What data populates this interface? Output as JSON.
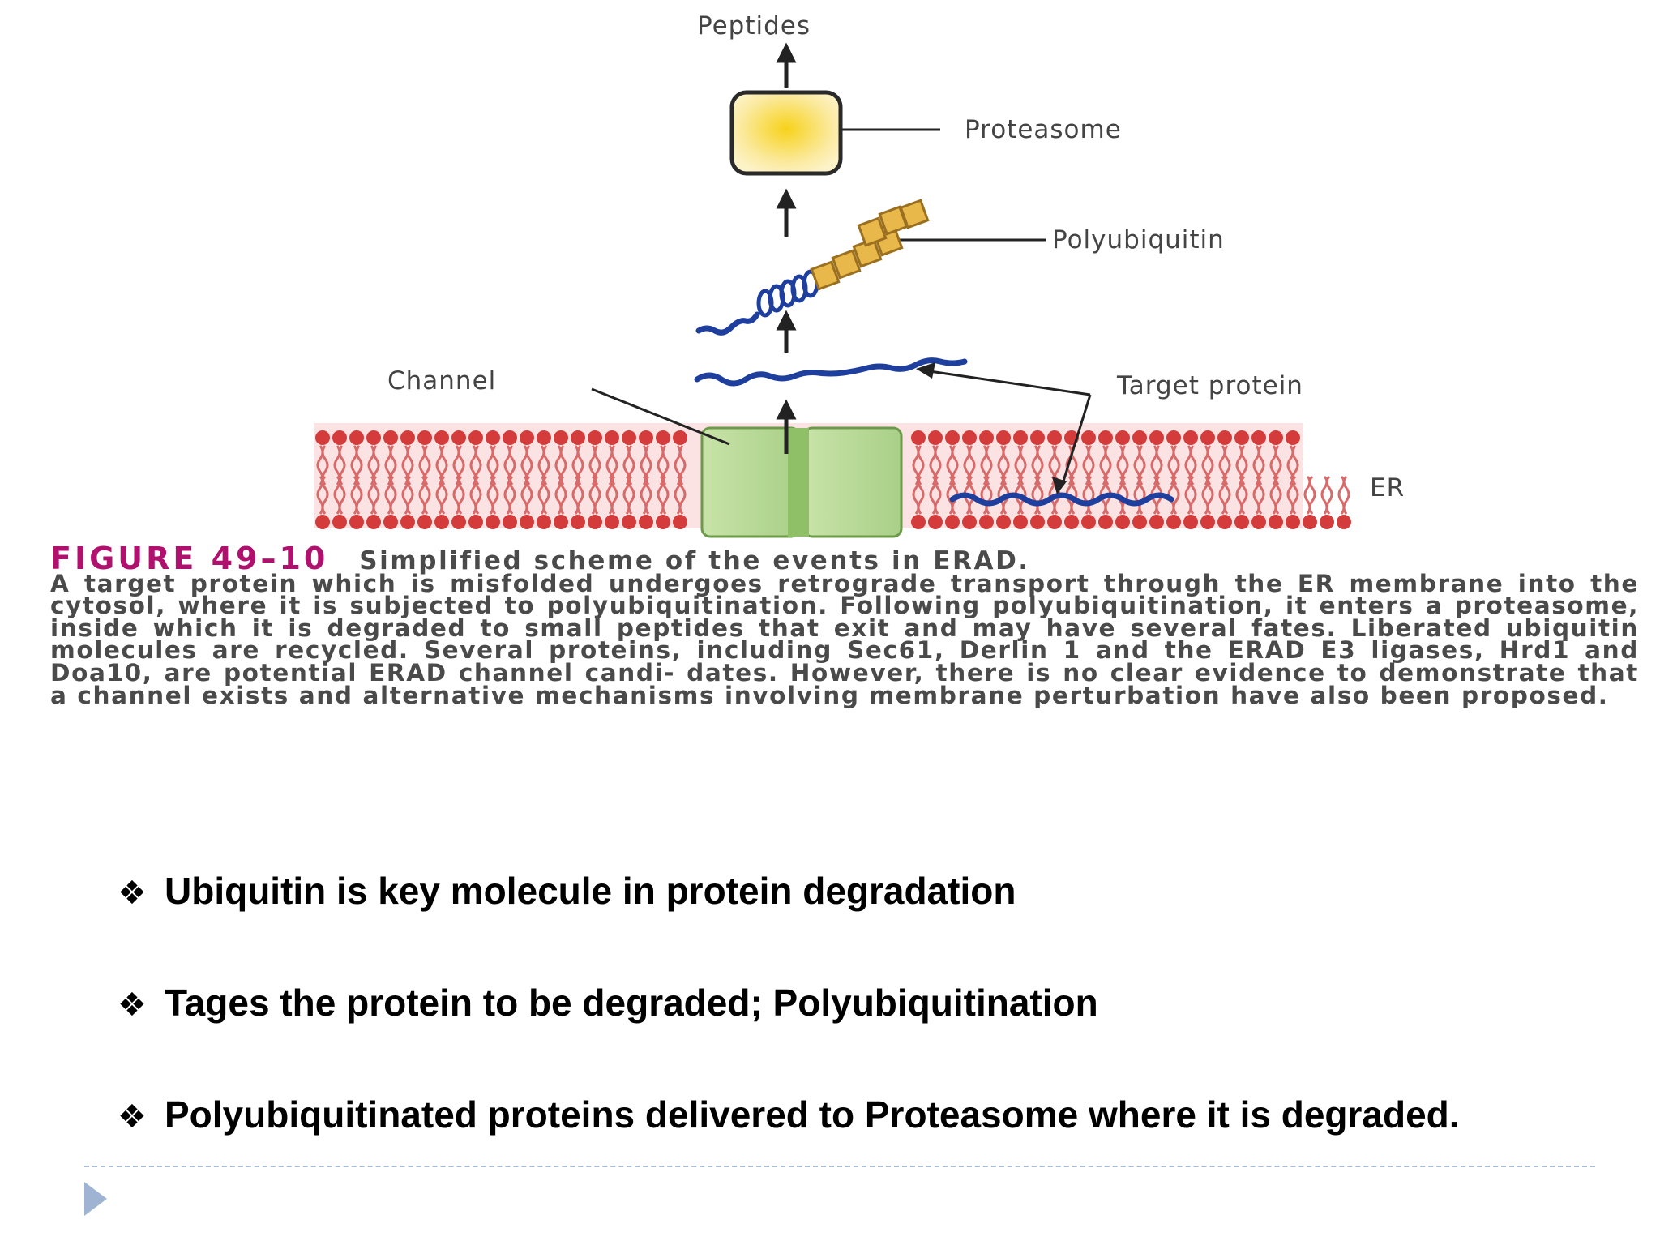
{
  "diagram": {
    "labels": {
      "peptides": "Peptides",
      "proteasome": "Proteasome",
      "polyubiquitin": "Polyubiquitin",
      "channel": "Channel",
      "target_protein": "Target protein",
      "er": "ER"
    },
    "colors": {
      "proteasome_fill": "#f7d21a",
      "ubiquitin": "#e8b84a",
      "protein_strand": "#1f3f9e",
      "membrane_head": "#d43c3c",
      "membrane_tail": "#f3b6b6",
      "channel": "#a9d088"
    }
  },
  "caption": {
    "figure_number": "FIGURE 49–10",
    "title": "Simplified scheme of the events in ERAD.",
    "body": "A target protein which is misfolded undergoes retrograde transport through the ER membrane into the cytosol, where it is subjected to polyubiquitination. Following polyubiquitination, it enters a proteasome, inside which it is degraded to small peptides that exit and may have several fates. Liberated ubiquitin molecules are recycled. Several proteins, including Sec61, Derlin 1 and the ERAD E3 ligases, Hrd1 and Doa10, are potential ERAD channel candi- dates. However, there is no clear evidence to demonstrate that a channel exists and alternative mechanisms involving membrane perturbation have also been proposed."
  },
  "bullets": [
    {
      "mark": "❖",
      "text": "Ubiquitin is key molecule in protein degradation"
    },
    {
      "mark": "❖",
      "text": "Tages the protein to be degraded; Polyubiquitination"
    },
    {
      "mark": "❖",
      "text": "Polyubiquitinated proteins delivered to Proteasome where it is degraded."
    }
  ],
  "nav": {
    "icon": "next-slide-arrow-icon"
  }
}
